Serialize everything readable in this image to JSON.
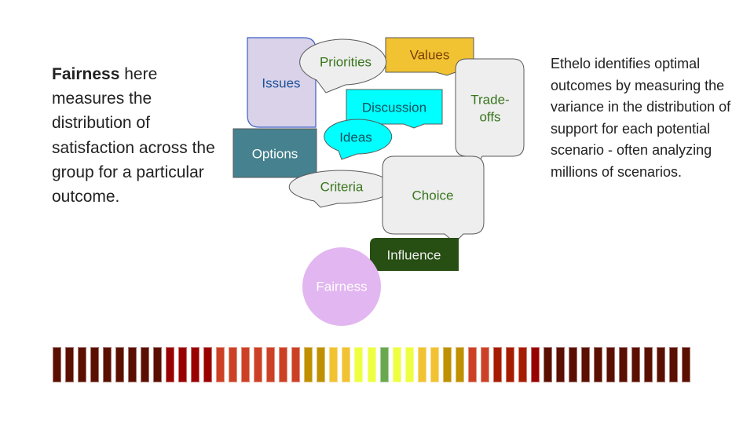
{
  "left_text": {
    "bold": "Fairness",
    "rest": " here measures the distribution of satisfaction across the group for a particular outcome."
  },
  "right_text": "Ethelo identifies optimal outcomes by measuring the variance in the distribution of support for each potential scenario - often analyzing millions of scenarios.",
  "shapes": {
    "issues": {
      "label": "Issues",
      "fill": "#d9d2e9",
      "stroke": "#3c5fc4",
      "text_color": "#1f5197"
    },
    "priorities": {
      "label": "Priorities",
      "fill": "#eeeeee",
      "stroke": "#595959",
      "text_color": "#38761d"
    },
    "values": {
      "label": "Values",
      "fill": "#f1c232",
      "stroke": "#595959",
      "text_color": "#783f04"
    },
    "trade_offs": {
      "label_line1": "Trade-",
      "label_line2": "offs",
      "fill": "#eeeeee",
      "stroke": "#595959",
      "text_color": "#38761d"
    },
    "discussion": {
      "label": "Discussion",
      "fill": "#00ffff",
      "stroke": "#595959",
      "text_color": "#134f5c"
    },
    "ideas": {
      "label": "Ideas",
      "fill": "#00ffff",
      "stroke": "#595959",
      "text_color": "#134f5c"
    },
    "options": {
      "label": "Options",
      "fill": "#45818e",
      "stroke": "#595959",
      "text_color": "#ffffff"
    },
    "criteria": {
      "label": "Criteria",
      "fill": "#eeeeee",
      "stroke": "#595959",
      "text_color": "#38761d"
    },
    "choice": {
      "label": "Choice",
      "fill": "#eeeeee",
      "stroke": "#595959",
      "text_color": "#38761d"
    },
    "influence": {
      "label": "Influence",
      "fill": "#274e13",
      "text_color": "#eeeeee"
    },
    "fairness": {
      "label": "Fairness",
      "fill": "#e2b6f0",
      "text_color": "#ffffff"
    }
  },
  "spectrum": {
    "palette": {
      "brown": "#5b0f00",
      "red": "#990000",
      "darkred": "#a61c00",
      "orange": "#cc4125",
      "darkgold": "#bf9000",
      "gold": "#f1c232",
      "yellow": "#eeff41",
      "green": "#6aa84f"
    },
    "bars": [
      "brown",
      "brown",
      "brown",
      "brown",
      "brown",
      "brown",
      "brown",
      "brown",
      "brown",
      "red",
      "red",
      "red",
      "red",
      "orange",
      "orange",
      "orange",
      "orange",
      "orange",
      "orange",
      "orange",
      "darkgold",
      "darkgold",
      "gold",
      "gold",
      "yellow",
      "yellow",
      "green",
      "yellow",
      "yellow",
      "gold",
      "gold",
      "darkgold",
      "darkgold",
      "orange",
      "orange",
      "darkred",
      "darkred",
      "darkred",
      "red",
      "brown",
      "brown",
      "brown",
      "brown",
      "brown",
      "brown",
      "brown",
      "brown",
      "brown",
      "brown",
      "brown",
      "brown"
    ]
  }
}
